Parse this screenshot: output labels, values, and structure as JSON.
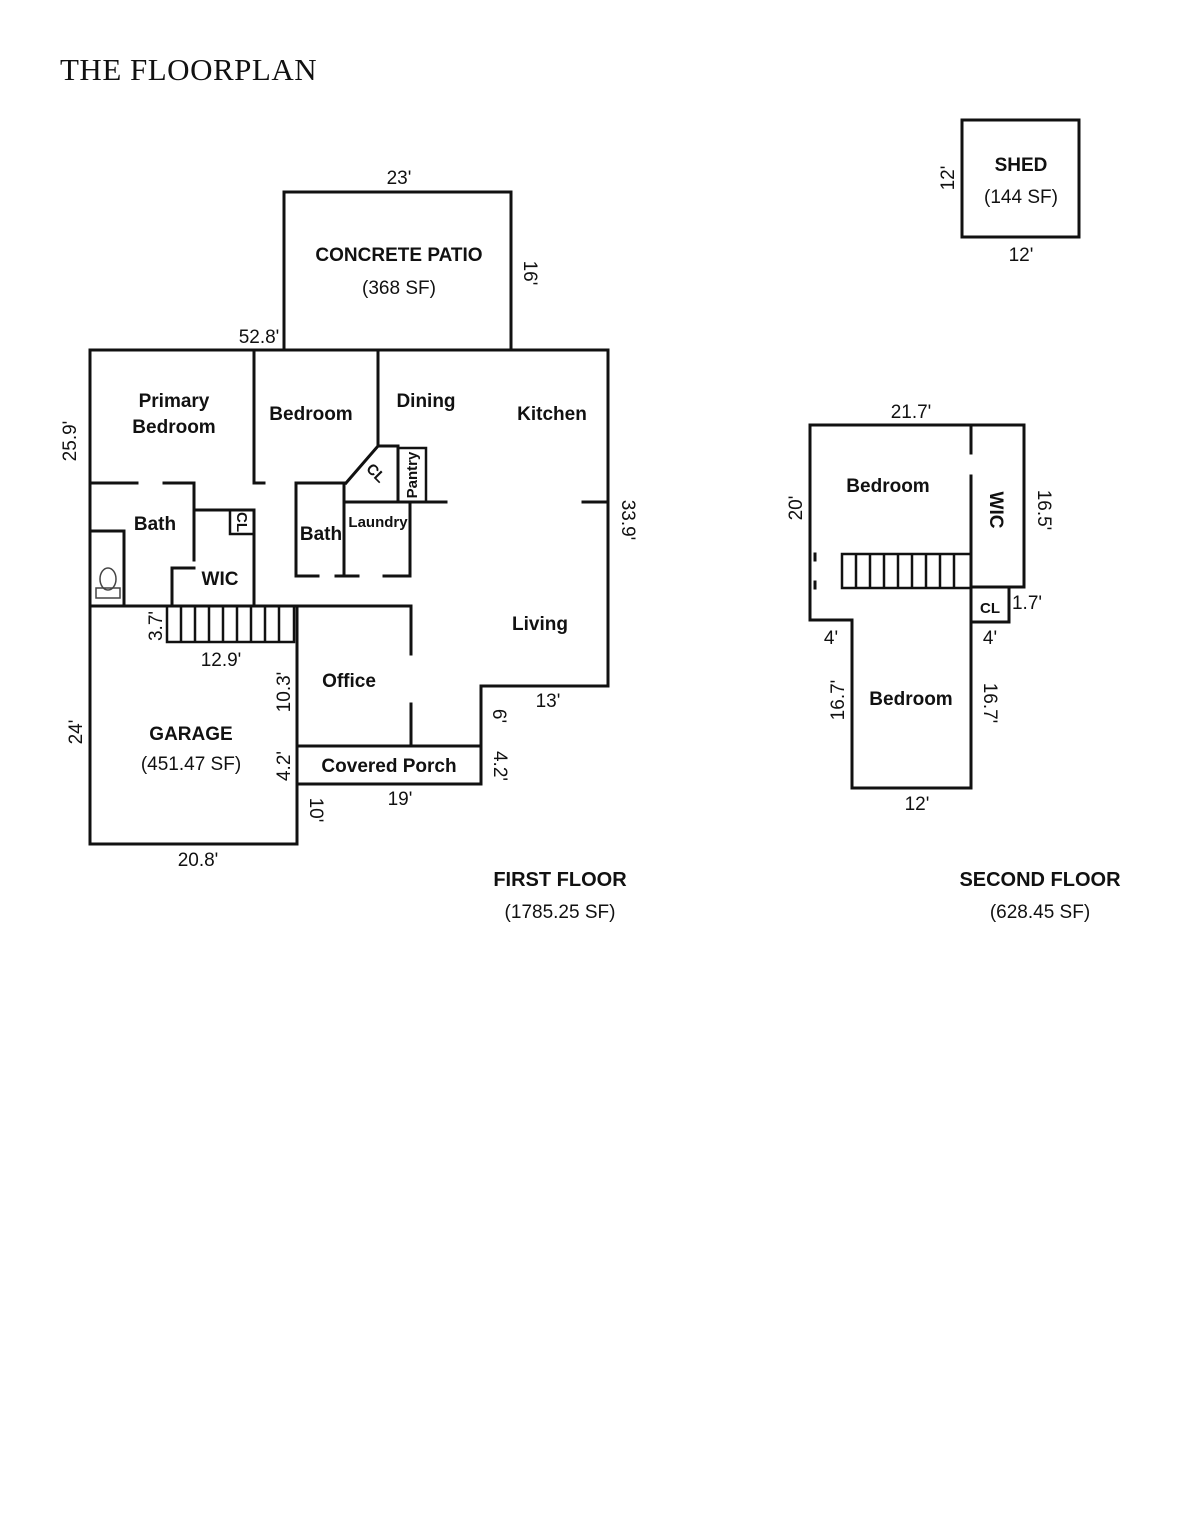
{
  "page": {
    "title": "THE FLOORPLAN"
  },
  "rooms": {
    "patio": {
      "name": "CONCRETE PATIO",
      "area": "(368 SF)"
    },
    "primary_bedroom": {
      "line1": "Primary",
      "line2": "Bedroom"
    },
    "bedroom1": "Bedroom",
    "dining": "Dining",
    "kitchen": "Kitchen",
    "closet_diag": "CL",
    "pantry": "Pantry",
    "bath1": "Bath",
    "cl_wic": "CL",
    "wic1": "WIC",
    "bath2": "Bath",
    "laundry": "Laundry",
    "living": "Living",
    "office": "Office",
    "garage": {
      "name": "GARAGE",
      "area": "(451.47 SF)"
    },
    "covered_porch": "Covered Porch",
    "shed": {
      "name": "SHED",
      "area": "(144 SF)"
    },
    "bedroom_up1": "Bedroom",
    "wic_up": "WIC",
    "cl_up": "CL",
    "bedroom_up2": "Bedroom"
  },
  "dimensions": {
    "patio_top": "23'",
    "patio_right": "16'",
    "house_top": "52.8'",
    "left_upper": "25.9'",
    "right": "33.9'",
    "stair_h": "3.7'",
    "stair_w": "12.9'",
    "office_left": "10.3'",
    "living_bottom": "13'",
    "step_6": "6'",
    "porch_right": "4.2'",
    "porch_left": "4.2'",
    "porch_bottom": "19'",
    "step_10": "10'",
    "garage_left": "24'",
    "garage_bottom": "20.8'",
    "shed_left": "12'",
    "shed_bottom": "12'",
    "sf_top": "21.7'",
    "sf_left": "20'",
    "sf_right": "16.5'",
    "sf_cl": "1.7'",
    "sf_step_left": "4'",
    "sf_step_right": "4'",
    "sf_low_left": "16.7'",
    "sf_low_right": "16.7'",
    "sf_bottom": "12'"
  },
  "captions": {
    "first": {
      "name": "FIRST FLOOR",
      "area": "(1785.25 SF)"
    },
    "second": {
      "name": "SECOND FLOOR",
      "area": "(628.45 SF)"
    }
  }
}
